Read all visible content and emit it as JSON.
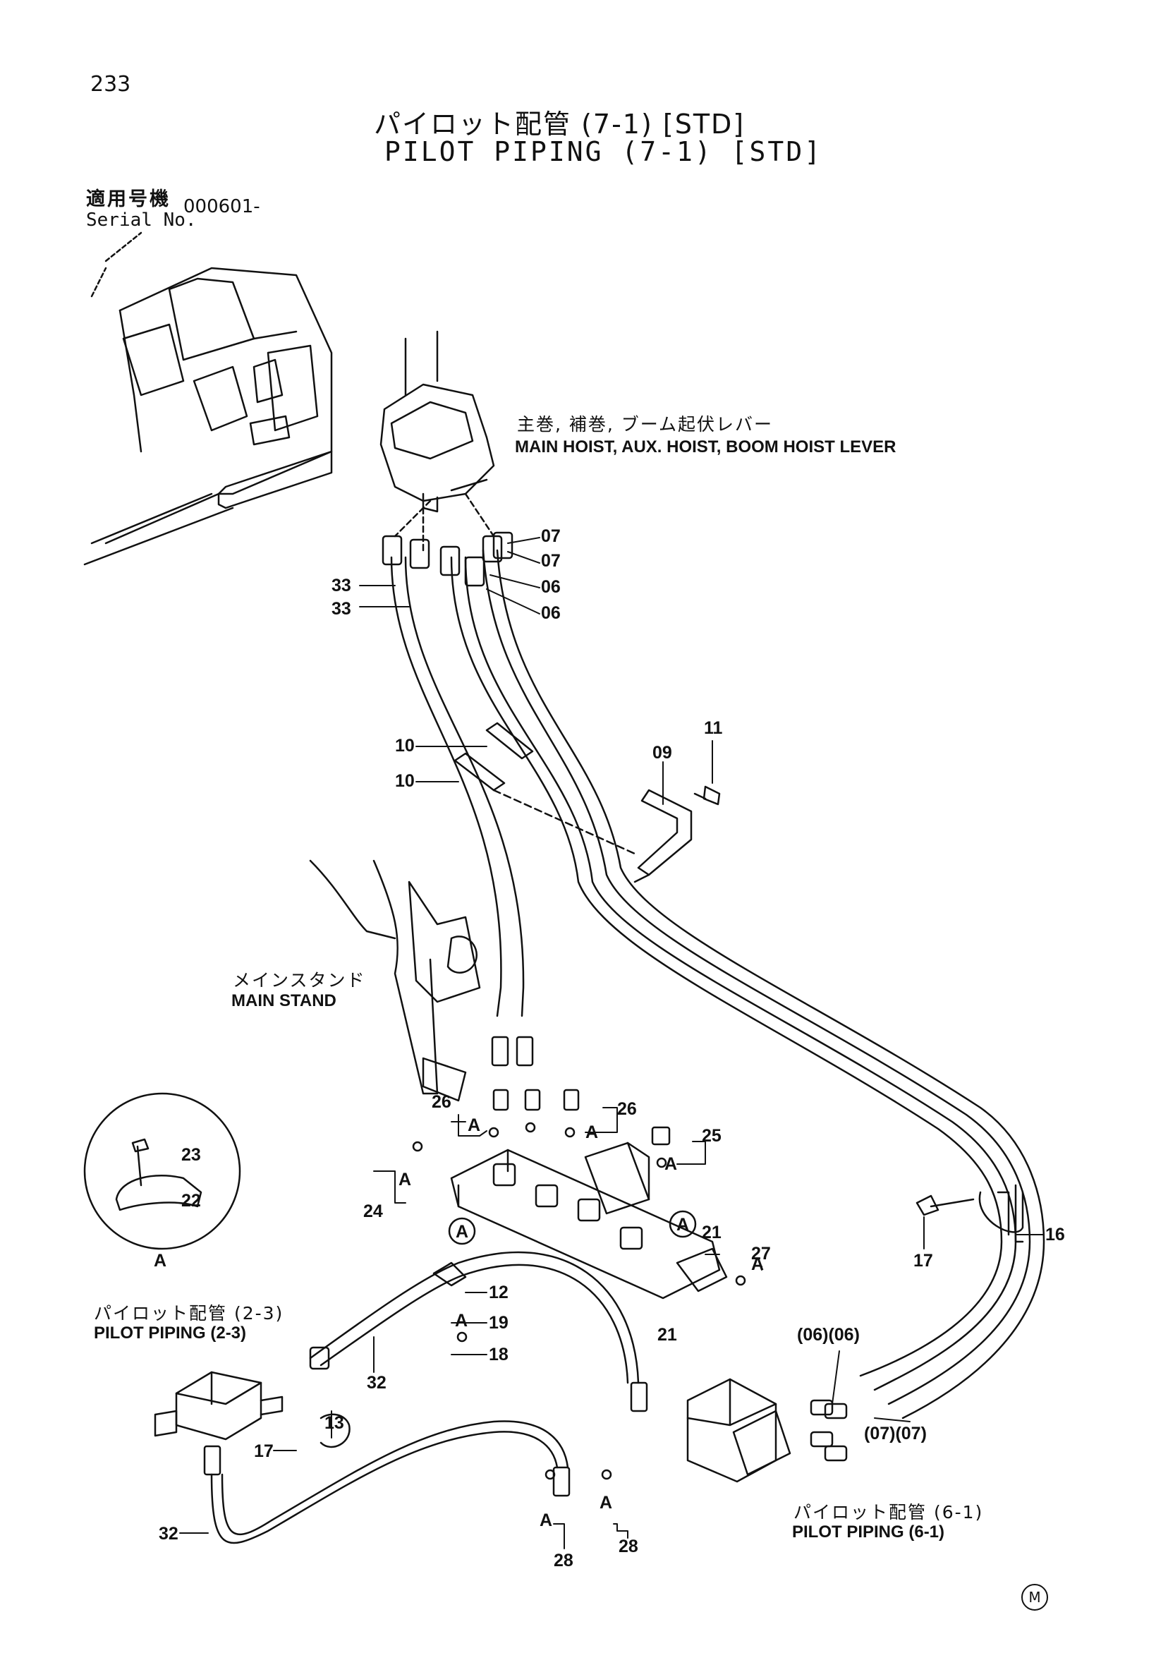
{
  "header": {
    "page_number": "233",
    "title_jp": "パイロット配管 (7-1) [STD]",
    "title_en": "PILOT PIPING (7-1) [STD]",
    "serial_label_jp": "適用号機",
    "serial_label_en": "Serial No.",
    "serial_value": "000601-"
  },
  "notes": {
    "lever_jp": "主巻, 補巻, ブーム起伏レバー",
    "lever_en": "MAIN HOIST, AUX. HOIST, BOOM HOIST LEVER",
    "stand_jp": "メインスタンド",
    "stand_en": "MAIN STAND",
    "pp23_jp": "パイロット配管 (2-3)",
    "pp23_en": "PILOT PIPING (2-3)",
    "pp61_jp": "パイロット配管 (6-1)",
    "pp61_en": "PILOT PIPING (6-1)"
  },
  "parts": {
    "p07": "07",
    "p06": "06",
    "p33": "33",
    "p10": "10",
    "p11": "11",
    "p09": "09",
    "p26": "26",
    "p25": "25",
    "p24": "24",
    "p23": "23",
    "p22": "22",
    "p21": "21",
    "p27": "27",
    "p16": "16",
    "p17": "17",
    "p12": "12",
    "p19": "19",
    "p18": "18",
    "p32": "32",
    "p13": "13",
    "p28": "28",
    "p06_paren": "(06)(06)",
    "p07_paren": "(07)(07)",
    "detail_a": "A",
    "circle_a": "A"
  },
  "footer": {
    "mark": "M"
  }
}
